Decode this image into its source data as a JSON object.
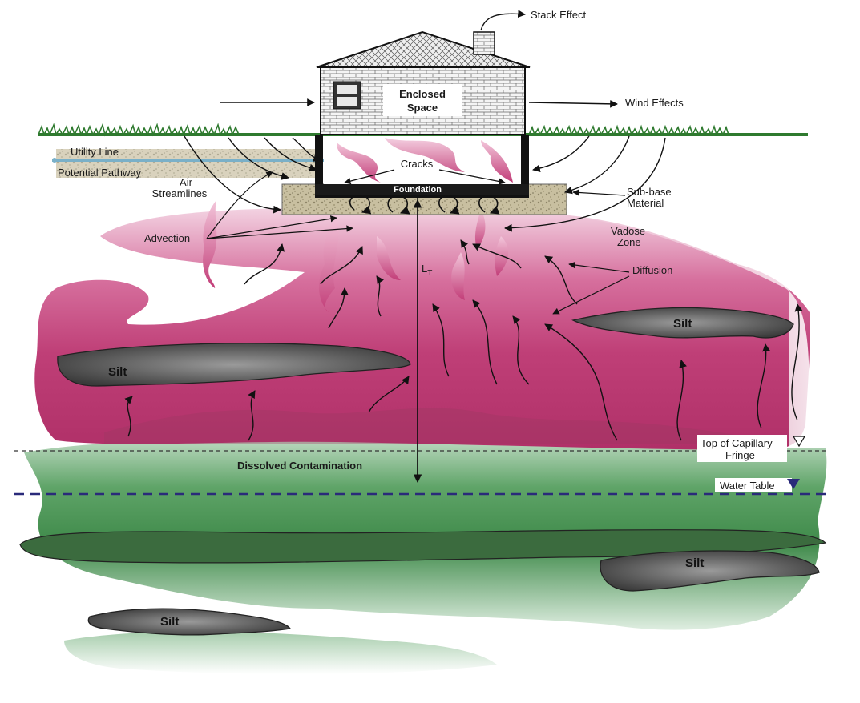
{
  "labels": {
    "stack_effect": "Stack Effect",
    "enclosed_space_1": "Enclosed",
    "enclosed_space_2": "Space",
    "wind_effects": "Wind Effects",
    "utility_line": "Utility Line",
    "potential_pathway": "Potential Pathway",
    "air_1": "Air",
    "air_2": "Streamlines",
    "cracks": "Cracks",
    "foundation": "Foundation",
    "sub_base_1": "Sub-base",
    "sub_base_2": "Material",
    "advection": "Advection",
    "vadose_1": "Vadose",
    "vadose_2": "Zone",
    "diffusion": "Diffusion",
    "lt_main": "L",
    "lt_sub": "T",
    "silt": "Silt",
    "capillary_1": "Top of Capillary",
    "capillary_2": "Fringe",
    "dissolved": "Dissolved Contamination",
    "water_table": "Water Table"
  },
  "colors": {
    "vapor": "#b8336e",
    "vapor_light": "#e7a4c3",
    "groundwater": "#3f8a4a",
    "groundwater_light": "#cfe4d1",
    "silt": "#5a5a5a",
    "grass": "#2f7a2f",
    "water_table_line": "#2a2a7a"
  }
}
